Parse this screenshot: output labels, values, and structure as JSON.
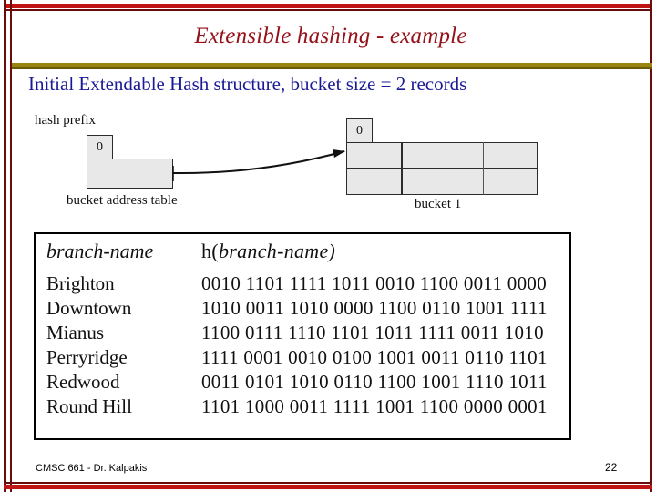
{
  "slide": {
    "title": "Extensible hashing - example",
    "subtitle": "Initial Extendable Hash structure, bucket size = 2 records",
    "title_color": "#96121b",
    "subtitle_color": "#1a1a96",
    "frame_color": "#6b0c0c",
    "frame_accent_color": "#bf1515",
    "rule_color": "#9a8410"
  },
  "diagram": {
    "hash_prefix_label": "hash prefix",
    "bucket_address_table_label": "bucket address table",
    "bucket_label": "bucket 1",
    "bucket_address_table_prefix": "0",
    "bucket_prefix": "0",
    "bucket_rows": 2,
    "bucket_columns": 3,
    "cell_fill": "#e8e8e8",
    "cell_border": "#2b2b2b"
  },
  "data_table": {
    "columns": [
      "branch-name",
      "h(branch-name)"
    ],
    "hash_header_roman": "h(",
    "hash_header_italic": "branch-name)",
    "rows": [
      {
        "branch_name": "Brighton",
        "hash": "0010 1101 1111 1011 0010 1100 0011 0000"
      },
      {
        "branch_name": "Downtown",
        "hash": "1010 0011 1010 0000 1100 0110 1001 1111"
      },
      {
        "branch_name": "Mianus",
        "hash": "1100 0111 1110 1101 1011 1111 0011 1010"
      },
      {
        "branch_name": "Perryridge",
        "hash": "1111 0001 0010 0100 1001 0011 0110 1101"
      },
      {
        "branch_name": "Redwood",
        "hash": "0011 0101 1010 0110 1100 1001 1110 1011"
      },
      {
        "branch_name": "Round Hill",
        "hash": "1101 1000 0011 1111 1001 1100 0000 0001"
      }
    ]
  },
  "footer": {
    "course": "CMSC 661  - Dr. Kalpakis",
    "page_number": "22"
  }
}
